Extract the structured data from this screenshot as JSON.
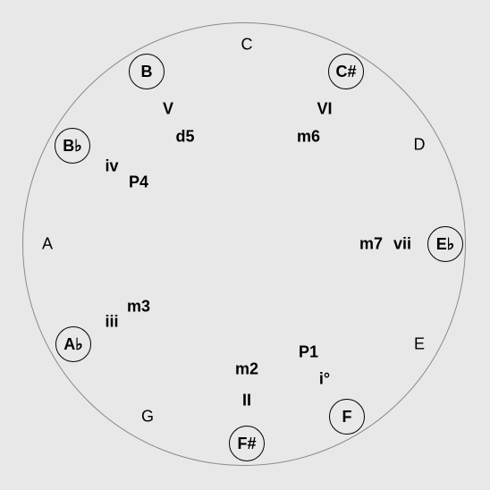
{
  "plain_notes": {
    "c": "C",
    "d": "D",
    "e": "E",
    "g": "G",
    "a": "A"
  },
  "circled_notes": {
    "b": "B",
    "c_sharp": "C#",
    "b_flat": "B♭",
    "e_flat": "E♭",
    "a_flat": "A♭",
    "f": "F",
    "f_sharp": "F#"
  },
  "chord_labels": {
    "V": "V",
    "VI": "VI",
    "iv": "iv",
    "vii": "vii",
    "iii": "iii",
    "i_dim": "i°",
    "II": "II"
  },
  "interval_labels": {
    "d5": "d5",
    "m6": "m6",
    "P4": "P4",
    "m7": "m7",
    "m3": "m3",
    "P1": "P1",
    "m2": "m2"
  }
}
